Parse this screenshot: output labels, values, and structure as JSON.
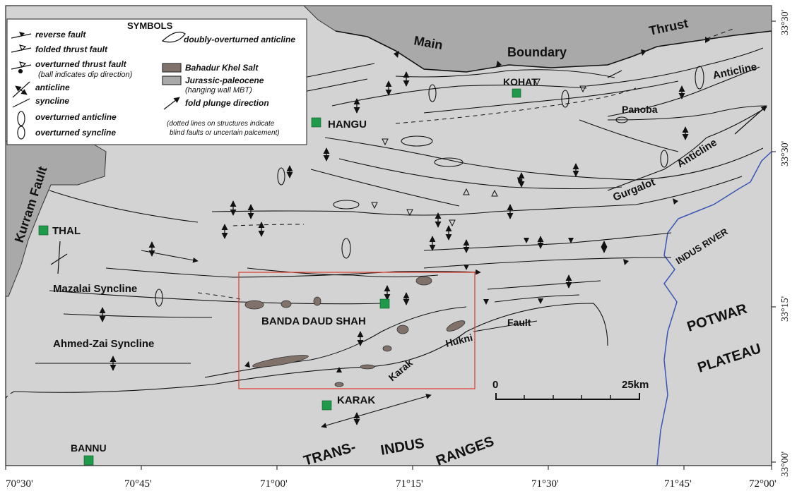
{
  "colors": {
    "background": "#d3d3d3",
    "hanging_wall": "#a9a9a9",
    "salt": "#80716a",
    "town": "#1f9a4a",
    "river": "#3a55b5",
    "study_box": "#e03a2e"
  },
  "legend": {
    "symbols_title": "SYMBOLS",
    "items": [
      "reverse fault",
      "folded thrust fault",
      "overturned thrust fault",
      "(ball indicates dip direction)",
      "anticline",
      "syncline",
      "overturned anticline",
      "overturned syncline",
      "doubly-overturned anticline",
      "Bahadur Khel Salt",
      "Jurassic-paleocene",
      "(hanging wall MBT)",
      "fold plunge direction"
    ],
    "note_line1": "(dotted lines on structures indicate",
    "note_line2": "blind faults or uncertain palcement)"
  },
  "labels": {
    "main": "Main",
    "boundary": "Boundary",
    "thrust": "Thrust",
    "kurram_fault": "Kurram Fault",
    "anticline": "Anticline",
    "panoba": "Panoba",
    "anticline2": "Anticline",
    "gurgalot": "Gurgalot",
    "indus_river": "INDUS RIVER",
    "mazalai_syncline": "Mazalai Syncline",
    "ahmed_zai_syncline": "Ahmed-Zai Syncline",
    "karak_fault": "Karak",
    "hukni": "Hukni",
    "fault": "Fault",
    "potwar": "POTWAR",
    "plateau": "PLATEAU",
    "trans": "TRANS-",
    "indus": "INDUS",
    "ranges": "RANGES"
  },
  "towns": {
    "kohat": "KOHAT",
    "hangu": "HANGU",
    "thal": "THAL",
    "banda_daud_shah": "BANDA DAUD SHAH",
    "karak": "KARAK",
    "bannu": "BANNU"
  },
  "scale_bar": {
    "start": "0",
    "end": "25km"
  },
  "longitude_ticks": [
    "70°30'",
    "70°45'",
    "71°00'",
    "71°15'",
    "71°30'",
    "71°45'",
    "72°00'"
  ],
  "latitude_ticks": [
    "33°30'",
    "33°30'",
    "33°15'",
    "33°00'"
  ]
}
